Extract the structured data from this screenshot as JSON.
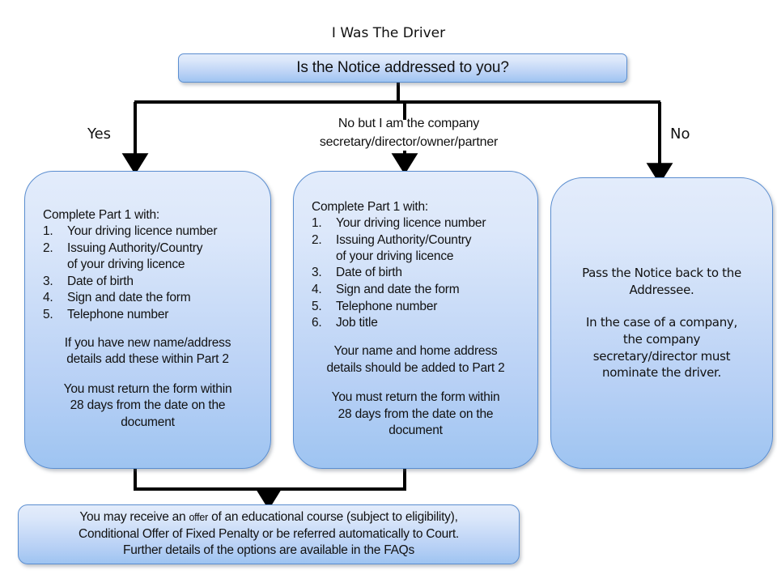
{
  "chart_title": "I Was The Driver",
  "decision": {
    "question": "Is the Notice addressed to you?"
  },
  "branch_labels": {
    "left": "Yes",
    "middle": "No but I am the company\nsecretary/director/owner/partner",
    "right": "No"
  },
  "boxes": {
    "yes": {
      "lead": "Complete Part 1 with:",
      "steps": [
        {
          "num": "1.",
          "text": "Your driving licence number",
          "cont": ""
        },
        {
          "num": "2.",
          "text": "Issuing Authority/Country",
          "cont": "of your driving licence"
        },
        {
          "num": "3.",
          "text": "Date of birth",
          "cont": ""
        },
        {
          "num": "4.",
          "text": "Sign and date the form",
          "cont": ""
        },
        {
          "num": "5.",
          "text": "Telephone number",
          "cont": ""
        }
      ],
      "note1": "If you have new name/address\ndetails add these within Part 2",
      "note2": "You must return the form within\n28 days from the date on the\ndocument"
    },
    "middle": {
      "lead": "Complete Part 1 with:",
      "steps": [
        {
          "num": "1.",
          "text": "Your driving licence number",
          "cont": ""
        },
        {
          "num": "2.",
          "text": "Issuing  Authority/Country",
          "cont": "of your driving licence"
        },
        {
          "num": "3.",
          "text": "Date of birth",
          "cont": ""
        },
        {
          "num": "4.",
          "text": "Sign and date the form",
          "cont": ""
        },
        {
          "num": "5.",
          "text": "Telephone number",
          "cont": ""
        },
        {
          "num": "6.",
          "text": "Job title",
          "cont": ""
        }
      ],
      "note1": "Your name and home address\ndetails should be added to Part 2",
      "note2": "You must return the form within\n28 days from the date on the\ndocument"
    },
    "no": {
      "para1": "Pass the Notice back to the\nAddressee.",
      "para2": "In the case of a company,\nthe company\nsecretary/director  must\nnominate the driver."
    },
    "bottom": {
      "line1_pre": "You may receive an ",
      "line1_small": "offer",
      "line1_post": " of an educational course (subject to eligibility),",
      "line2": "Conditional Offer of Fixed Penalty or be referred automatically to Court.",
      "line3": "Further details of the options are available in the FAQs"
    }
  },
  "colors": {
    "box_border": "#5b8ed0",
    "box_fill_top": "#e3ecfb",
    "box_fill_bottom": "#9ec4f1",
    "connector": "#000000",
    "text": "#111111"
  }
}
